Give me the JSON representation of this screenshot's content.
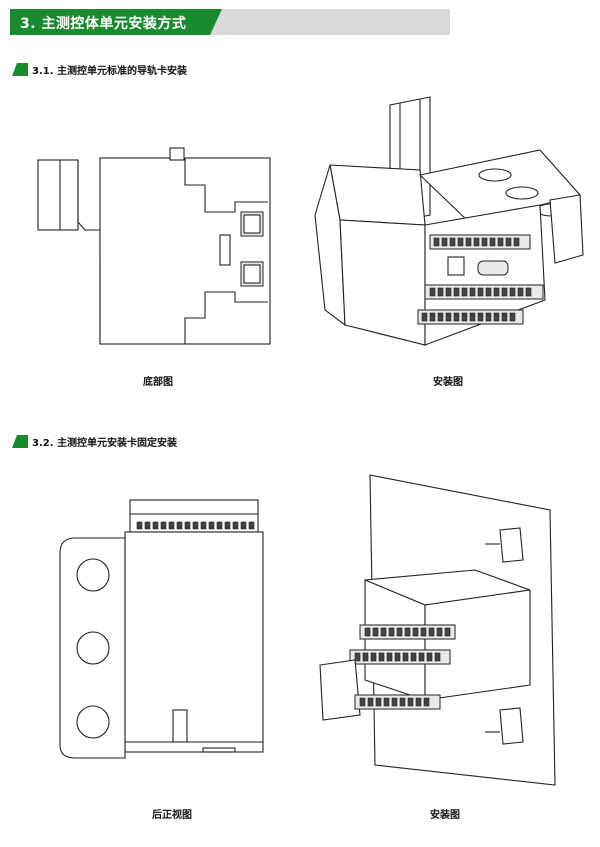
{
  "section": {
    "number": "3.",
    "title": "主测控体单元安装方式",
    "color": "#1a8a2f"
  },
  "subsections": [
    {
      "number": "3.1.",
      "title": "主测控单元标准的导轨卡安装"
    },
    {
      "number": "3.2.",
      "title": "主测控单元安装卡固定安装"
    }
  ],
  "captions": {
    "bottom_view": "底部图",
    "install_1": "安装图",
    "rear_view": "后正视图",
    "install_2": "安装图"
  }
}
